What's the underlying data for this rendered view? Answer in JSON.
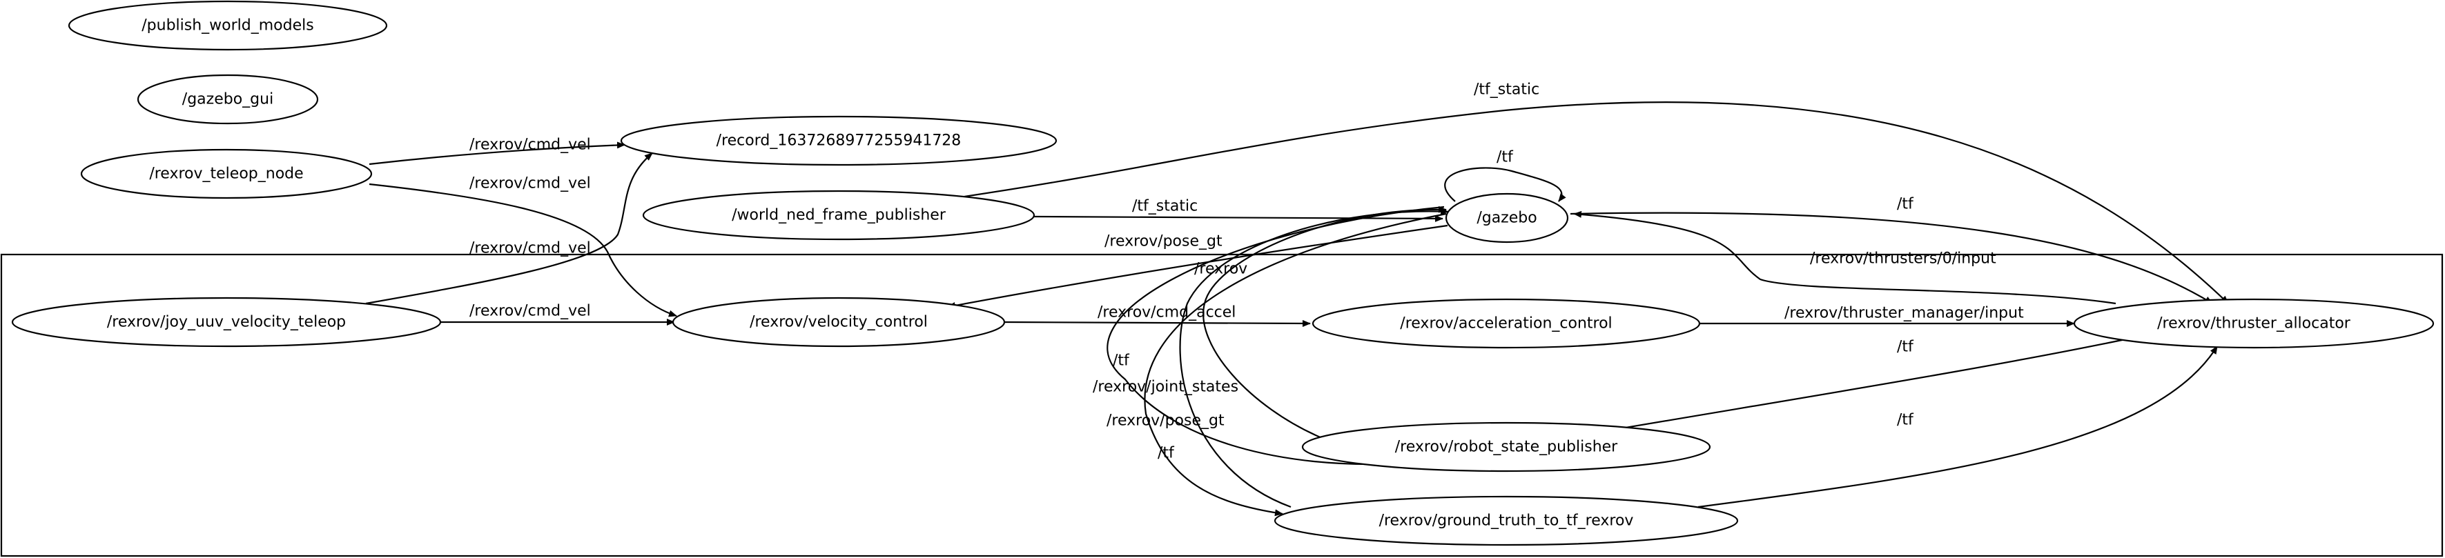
{
  "graph": {
    "nodes": [
      {
        "id": "publish_world_models",
        "label": "/publish_world_models"
      },
      {
        "id": "gazebo_gui",
        "label": "/gazebo_gui"
      },
      {
        "id": "teleop_node",
        "label": "/rexrov_teleop_node"
      },
      {
        "id": "record",
        "label": "/record_1637268977255941728"
      },
      {
        "id": "world_ned",
        "label": "/world_ned_frame_publisher"
      },
      {
        "id": "gazebo",
        "label": "/gazebo"
      },
      {
        "id": "joy_teleop",
        "label": "/rexrov/joy_uuv_velocity_teleop"
      },
      {
        "id": "velocity_control",
        "label": "/rexrov/velocity_control"
      },
      {
        "id": "acceleration_control",
        "label": "/rexrov/acceleration_control"
      },
      {
        "id": "thruster_allocator",
        "label": "/rexrov/thruster_allocator"
      },
      {
        "id": "robot_state_publisher",
        "label": "/rexrov/robot_state_publisher"
      },
      {
        "id": "ground_truth_tf",
        "label": "/rexrov/ground_truth_to_tf_rexrov"
      }
    ],
    "cluster": {
      "label": "/rexrov"
    },
    "edges": [
      {
        "id": "e1",
        "from": "teleop_node",
        "to": "record",
        "label": "/rexrov/cmd_vel"
      },
      {
        "id": "e2",
        "from": "teleop_node",
        "to": "velocity_control",
        "label": "/rexrov/cmd_vel"
      },
      {
        "id": "e3",
        "from": "joy_teleop",
        "to": "record",
        "label": "/rexrov/cmd_vel"
      },
      {
        "id": "e4",
        "from": "joy_teleop",
        "to": "velocity_control",
        "label": "/rexrov/cmd_vel"
      },
      {
        "id": "e5",
        "from": "world_ned",
        "to": "gazebo",
        "label": "/tf_static"
      },
      {
        "id": "e6",
        "from": "world_ned",
        "to": "thruster_allocator",
        "label": "/tf_static"
      },
      {
        "id": "e7",
        "from": "gazebo",
        "to": "gazebo",
        "label": "/tf"
      },
      {
        "id": "e8",
        "from": "gazebo",
        "to": "velocity_control",
        "label": "/rexrov/pose_gt"
      },
      {
        "id": "e9",
        "from": "velocity_control",
        "to": "acceleration_control",
        "label": "/rexrov/cmd_accel"
      },
      {
        "id": "e10",
        "from": "acceleration_control",
        "to": "thruster_allocator",
        "label": "/rexrov/thruster_manager/input"
      },
      {
        "id": "e11",
        "from": "thruster_allocator",
        "to": "gazebo",
        "label": "/rexrov/thrusters/0/input"
      },
      {
        "id": "e12",
        "from": "gazebo",
        "to": "thruster_allocator",
        "label": "/tf"
      },
      {
        "id": "e13",
        "from": "robot_state_publisher",
        "to": "thruster_allocator",
        "label": "/tf"
      },
      {
        "id": "e14",
        "from": "ground_truth_tf",
        "to": "thruster_allocator",
        "label": "/tf"
      },
      {
        "id": "e15",
        "from": "gazebo",
        "to": "robot_state_publisher",
        "label": "/rexrov/joint_states"
      },
      {
        "id": "e16",
        "from": "gazebo",
        "to": "ground_truth_tf",
        "label": "/rexrov/pose_gt"
      },
      {
        "id": "e17",
        "from": "robot_state_publisher",
        "to": "gazebo",
        "label": "/tf"
      },
      {
        "id": "e18",
        "from": "ground_truth_tf",
        "to": "gazebo",
        "label": "/tf"
      }
    ]
  }
}
